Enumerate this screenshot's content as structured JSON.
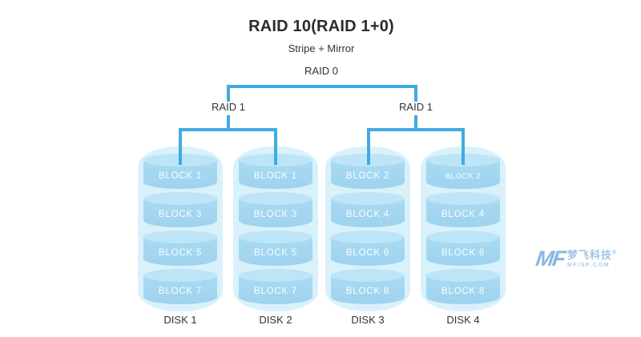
{
  "title": "RAID 10(RAID 1+0)",
  "subtitle": "Stripe + Mirror",
  "tree": {
    "root_label": "RAID 0",
    "left_group_label": "RAID 1",
    "right_group_label": "RAID 1"
  },
  "disks": [
    {
      "label": "DISK 1",
      "blocks": [
        "BLOCK 1",
        "BLOCK 3",
        "BLOCK 5",
        "BLOCK 7"
      ]
    },
    {
      "label": "DISK 2",
      "blocks": [
        "BLOCK 1",
        "BLOCK 3",
        "BLOCK 5",
        "BLOCK 7"
      ]
    },
    {
      "label": "DISK 3",
      "blocks": [
        "BLOCK 2",
        "BLOCK 4",
        "BLOCK 6",
        "BLOCK 8"
      ]
    },
    {
      "label": "DISK 4",
      "blocks": [
        "BLOCK 2",
        "BLOCK 4",
        "BLOCK 6",
        "BLOCK 8"
      ]
    }
  ],
  "watermark": {
    "logo": "MF",
    "brand": "梦飞科技",
    "reg": "®",
    "domain": "MFISP.COM"
  },
  "colors": {
    "connector_line": "#41abde",
    "disk_glow": "#d9f1fb",
    "block_top": "#bde5f7",
    "block_body": "#a4d7f0",
    "block_text": "#ffffff",
    "heading_text": "#2b2b2b",
    "label_text": "#333333",
    "watermark_blue": "#9fc2e9"
  }
}
